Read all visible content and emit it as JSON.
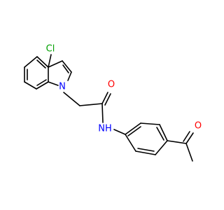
{
  "molecule": {
    "colors": {
      "bond": "#000000",
      "chlorine": "#00a000",
      "nitrogen": "#0000ff",
      "oxygen": "#ff0000"
    },
    "labels": {
      "chlorine": "Cl",
      "indole_nitrogen": "N",
      "amide_nitrogen": "NH",
      "amide_oxygen": "O",
      "acetyl_oxygen": "O"
    }
  }
}
